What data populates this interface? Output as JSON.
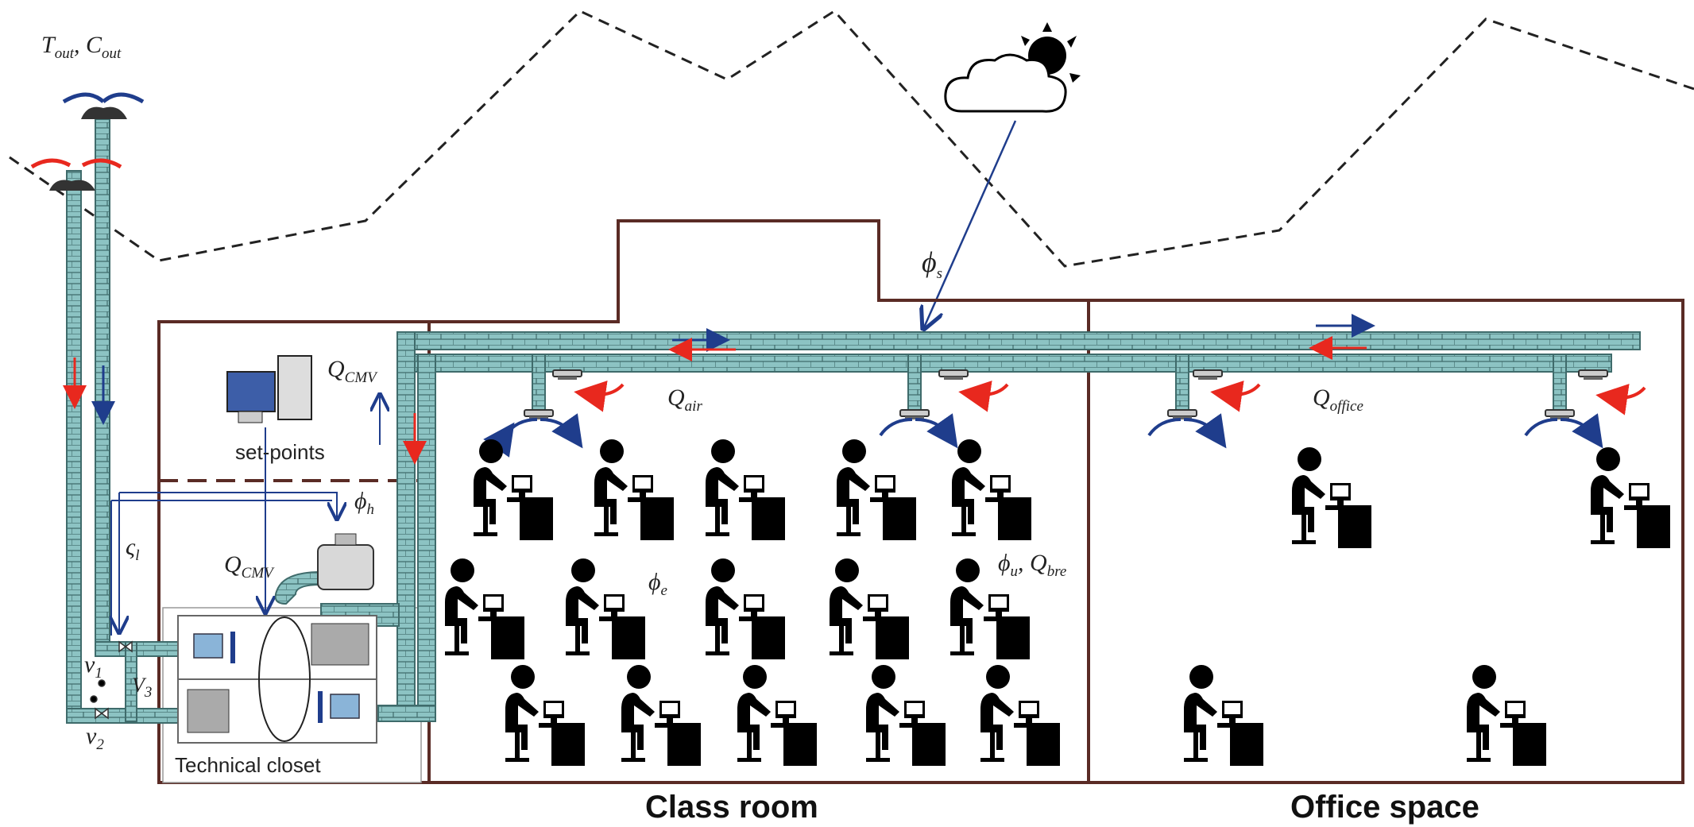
{
  "labels": {
    "t_out": "T",
    "t_out_sub": "out",
    "sep": ", ",
    "c_out": "C",
    "c_out_sub": "out",
    "phi_s": "ϕ",
    "phi_s_sub": "s",
    "q_cmv_top": "Q",
    "q_cmv_top_sub": "CMV",
    "q_cmv_mid": "Q",
    "q_cmv_mid_sub": "CMV",
    "set_points": "set-points",
    "phi_h": "ϕ",
    "phi_h_sub": "h",
    "zeta": "ς",
    "zeta_sub": "l",
    "q_air": "Q",
    "q_air_sub": "air",
    "q_office": "Q",
    "q_office_sub": "office",
    "phi_e": "ϕ",
    "phi_e_sub": "e",
    "phi_u": "ϕ",
    "phi_u_sub": "u",
    "q_bre": "Q",
    "q_bre_sub": "bre",
    "v1": "v",
    "v1_sub": "1",
    "v2": "v",
    "v2_sub": "2",
    "v3": "V",
    "v3_sub": "3",
    "technical_closet": "Technical closet",
    "class_room": "Class room",
    "office_space": "Office space"
  },
  "colors": {
    "wall": "#5a2b25",
    "duct_fill": "#8cc3c3",
    "duct_stroke": "#3f6b6b",
    "signal": "#1f3d8c",
    "airflow_red": "#e8281e",
    "airflow_blue": "#1f3d8c",
    "occupant": "#000000"
  },
  "icons": [
    "sun-cloud-icon",
    "computer-icon",
    "heater-icon",
    "air-handling-unit-icon",
    "roof-vent-icon",
    "ceiling-diffuser-icon",
    "occupant-icon",
    "valve-icon"
  ]
}
